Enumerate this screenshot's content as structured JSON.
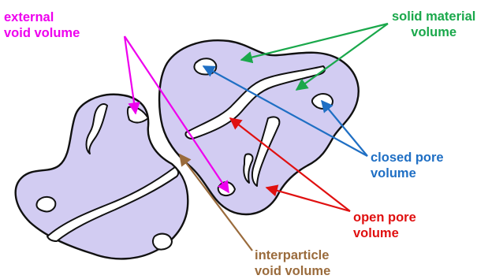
{
  "labels": {
    "external_void": {
      "line1": "external",
      "line2": "void volume",
      "color": "#ee00ee"
    },
    "solid_material": {
      "line1": "solid material",
      "line2": "volume",
      "color": "#1aa84b"
    },
    "closed_pore": {
      "line1": "closed pore",
      "line2": "volume",
      "color": "#1f6fc4"
    },
    "open_pore": {
      "line1": "open pore",
      "line2": "volume",
      "color": "#e01010"
    },
    "interparticle_void": {
      "line1": "interparticle",
      "line2": "void volume",
      "color": "#9a6b3c"
    }
  },
  "colors": {
    "particle_fill": "#d2ccf2",
    "particle_outline": "#111111",
    "pore_fill": "#ffffff"
  }
}
